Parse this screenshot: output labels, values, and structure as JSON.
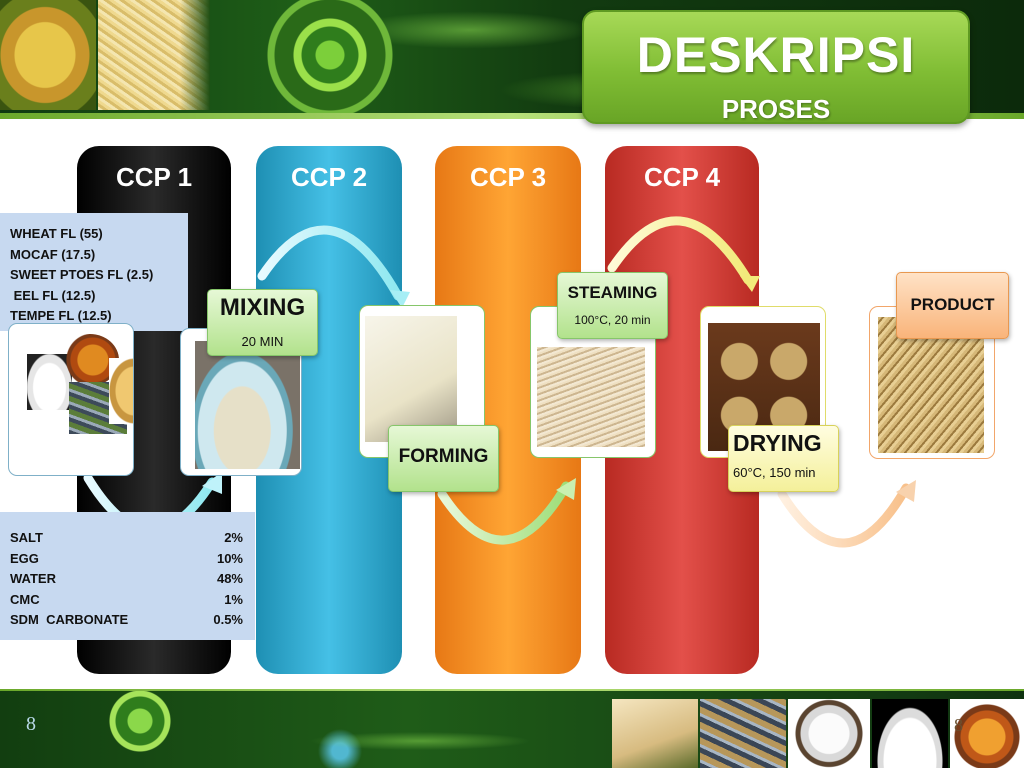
{
  "header": {
    "title": "DESKRIPSI",
    "subtitle": "PROSES"
  },
  "ccps": [
    "CCP 1",
    "CCP 2",
    "CCP 3",
    "CCP 4"
  ],
  "ingredients": [
    "WHEAT FL (55)",
    "MOCAF (17.5)",
    "SWEET PTOES FL (2.5)",
    " EEL FL (12.5)",
    "TEMPE FL (12.5)"
  ],
  "additives": [
    {
      "name": "SALT",
      "value": "2%"
    },
    {
      "name": "EGG",
      "value": "10%"
    },
    {
      "name": "WATER",
      "value": "48%"
    },
    {
      "name": "CMC",
      "value": "1%"
    },
    {
      "name": "SDM  CARBONATE",
      "value": "0.5%"
    }
  ],
  "steps": {
    "mixing": {
      "title": "MIXING",
      "detail": "20 MIN"
    },
    "forming": {
      "title": "FORMING"
    },
    "steaming": {
      "title": "STEAMING",
      "detail": "100°C, 20 min"
    },
    "drying": {
      "title": "DRYING",
      "detail": "60°C, 150 min"
    },
    "product": {
      "title": "PRODUCT"
    }
  },
  "colors": {
    "ccp1": "#000000",
    "ccp2": "#35b1d9",
    "ccp3": "#f7941d",
    "ccp4": "#d63e38",
    "title_green": "#8cc63f",
    "list_bg": "#c7d9f0"
  },
  "footer": {
    "page_number": "8",
    "thumb_page_number": "8"
  }
}
